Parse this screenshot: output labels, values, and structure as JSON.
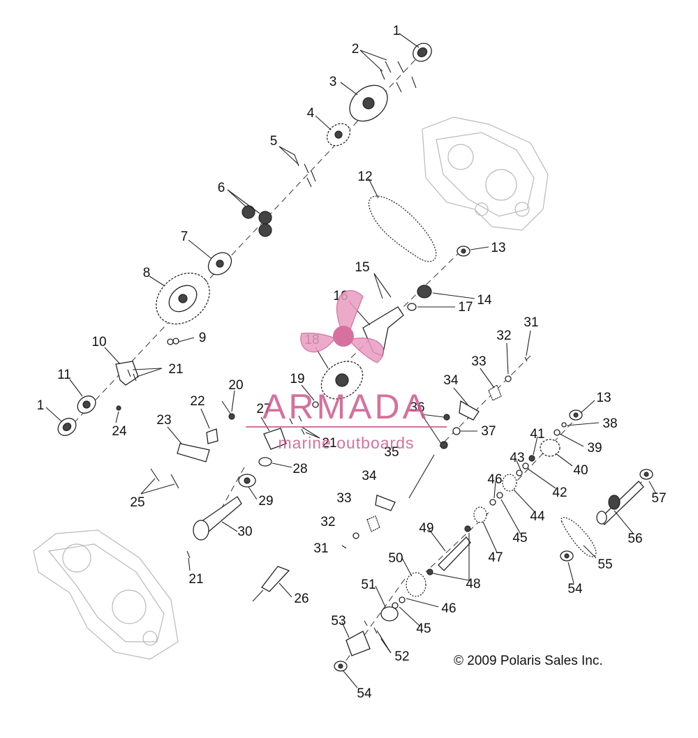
{
  "watermark": {
    "name": "ARMADA",
    "subtitle": "marine outboards",
    "color": "#d0588e"
  },
  "copyright": "© 2009 Polaris Sales Inc.",
  "callouts": [
    "1",
    "2",
    "3",
    "4",
    "5",
    "6",
    "7",
    "8",
    "9",
    "10",
    "11",
    "12",
    "13",
    "14",
    "15",
    "16",
    "17",
    "18",
    "19",
    "20",
    "21",
    "22",
    "23",
    "24",
    "25",
    "26",
    "27",
    "28",
    "29",
    "30",
    "31",
    "32",
    "33",
    "34",
    "35",
    "36",
    "37",
    "38",
    "39",
    "40",
    "41",
    "42",
    "43",
    "44",
    "45",
    "46",
    "47",
    "48",
    "49",
    "50",
    "51",
    "52",
    "53",
    "54",
    "55",
    "56",
    "57"
  ],
  "icons": [
    "seal-icon",
    "bolt-icon",
    "gear-icon",
    "bearing-icon",
    "chain-icon",
    "shaft-icon",
    "fork-icon",
    "crankcase-icon",
    "propeller-logo-icon"
  ]
}
